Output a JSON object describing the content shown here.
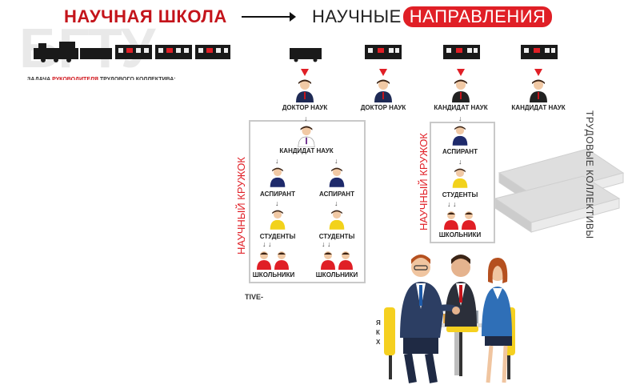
{
  "header": {
    "left_title": "НАУЧНАЯ ШКОЛА",
    "right_prefix": "НАУЧНЫЕ ",
    "right_highlight": "НАПРАВЛЕНИЯ"
  },
  "watermark": "БГТУ",
  "task": {
    "prefix": "ЗАДАЧА ",
    "highlight": "РУКОВОДИТЕЛЯ",
    "suffix": " ТРУДОВОГО КОЛЛЕКТИВА:"
  },
  "row_labels": [
    "ДОКТОР НАУК",
    "ДОКТОР НАУК",
    "КАНДИДАТ НАУК",
    "КАНДИДАТ НАУК"
  ],
  "left_group": {
    "vertical_label": "НАУЧНЫЙ КРУЖОК",
    "head": "КАНДИДАТ НАУК",
    "branches": [
      {
        "aspirant": "АСПИРАНТ",
        "students": "СТУДЕНТЫ",
        "pupils": "ШКОЛЬНИКИ"
      },
      {
        "aspirant": "АСПИРАНТ",
        "students": "СТУДЕНТЫ",
        "pupils": "ШКОЛЬНИКИ"
      }
    ]
  },
  "right_group": {
    "vertical_label": "НАУЧНЫЙ КРУЖОК",
    "aspirant": "АСПИРАНТ",
    "students": "СТУДЕНТЫ",
    "pupils": "ШКОЛЬНИКИ"
  },
  "side_label": "ТРУДОВЫЕ КОЛЛЕКТИВЫ",
  "fragments": {
    "tive": "TIVE-",
    "jk": "Я\nК\nХ"
  },
  "colors": {
    "accent": "#e01f26",
    "dark": "#1a1a1a",
    "frame": "#c9c9c9"
  }
}
